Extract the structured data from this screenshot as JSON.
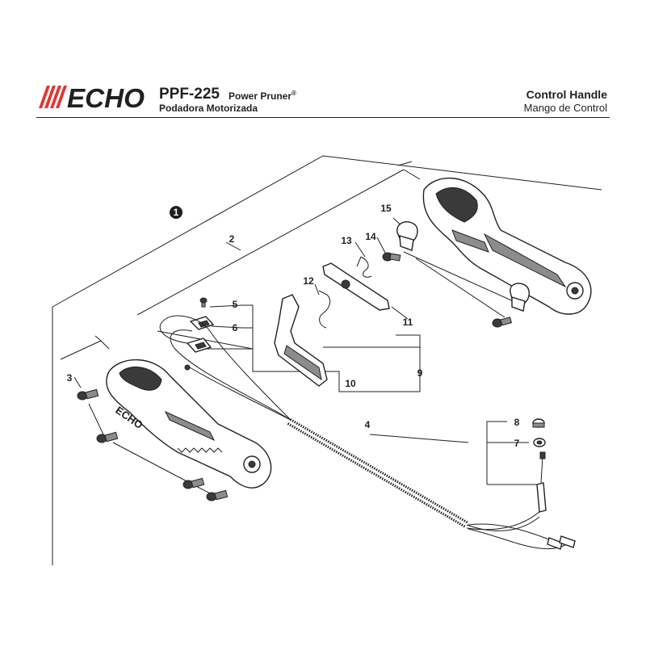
{
  "brand": {
    "name": "ECHO",
    "color": "#e3342f"
  },
  "header": {
    "model": "PPF-225",
    "product": "Power Pruner",
    "product_mark": "®",
    "product_es": "Podadora Motorizada",
    "section": "Control Handle",
    "section_es": "Mango de Control"
  },
  "callouts": {
    "c1": "1",
    "c2": "2",
    "c3": "3",
    "c4": "4",
    "c5": "5",
    "c6": "6",
    "c7": "7",
    "c8": "8",
    "c9": "9",
    "c10": "10",
    "c11": "11",
    "c12": "12",
    "c13": "13",
    "c14": "14",
    "c15": "15"
  },
  "handle_imprint": "ECHO"
}
